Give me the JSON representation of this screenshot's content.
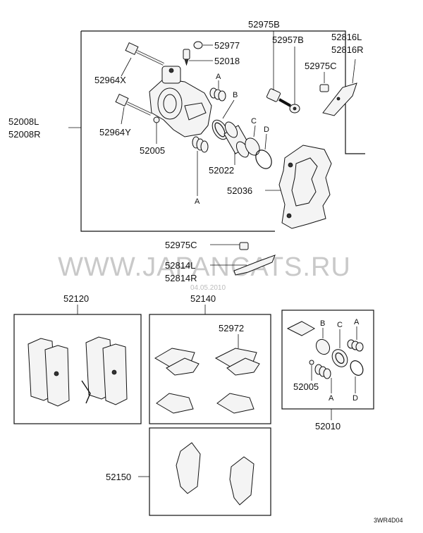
{
  "labels": {
    "p52975B": "52975B",
    "p52957B": "52957B",
    "p52816L": "52816L",
    "p52816R": "52816R",
    "p52975C_top": "52975C",
    "p52977": "52977",
    "p52018": "52018",
    "p52964X": "52964X",
    "p52964Y": "52964Y",
    "p52008L": "52008L",
    "p52008R": "52008R",
    "p52005_main": "52005",
    "p52022": "52022",
    "p52036": "52036",
    "p52975C_mid": "52975C",
    "p52814L": "52814L",
    "p52814R": "52814R",
    "p52120": "52120",
    "p52140": "52140",
    "p52972": "52972",
    "p52150": "52150",
    "p52005_kit": "52005",
    "p52010": "52010"
  },
  "letters": {
    "A": "A",
    "B": "B",
    "C": "C",
    "D": "D"
  },
  "watermark": {
    "text": "WWW.JAPANCATS.RU",
    "date": "04.05.2010"
  },
  "diagram_code": "3WR4D04"
}
